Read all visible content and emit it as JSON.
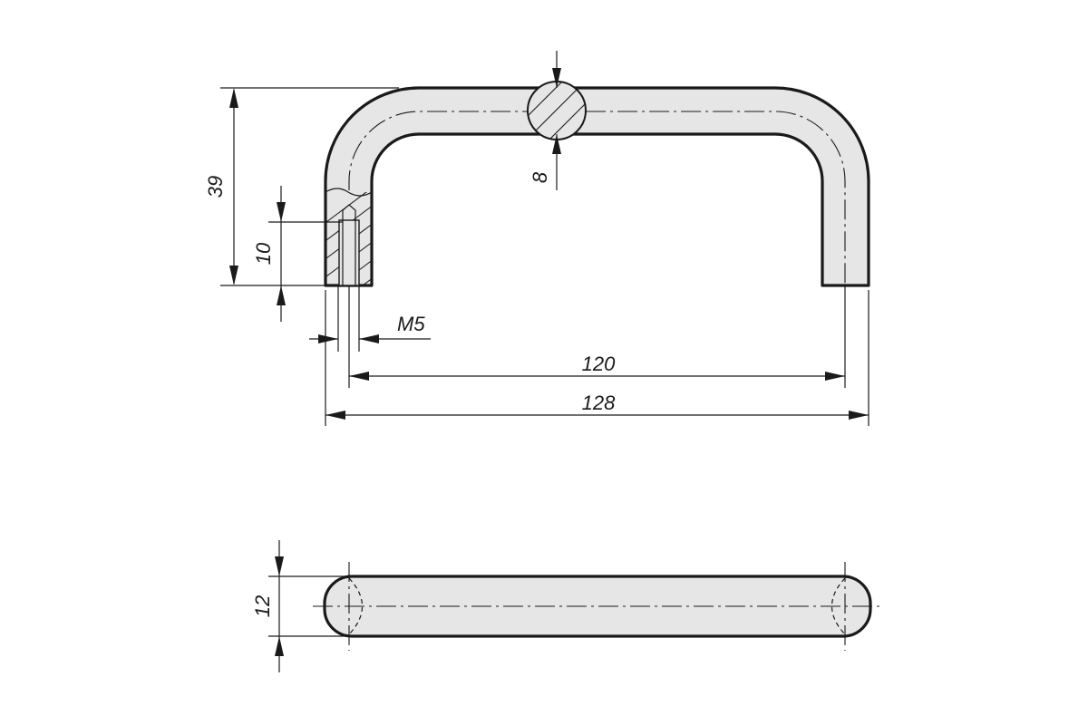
{
  "dimensions": {
    "height_total": "39",
    "thread_depth": "10",
    "thread": "M5",
    "bar_diameter": "8",
    "hole_spacing": "120",
    "overall_length": "128",
    "width": "12"
  }
}
